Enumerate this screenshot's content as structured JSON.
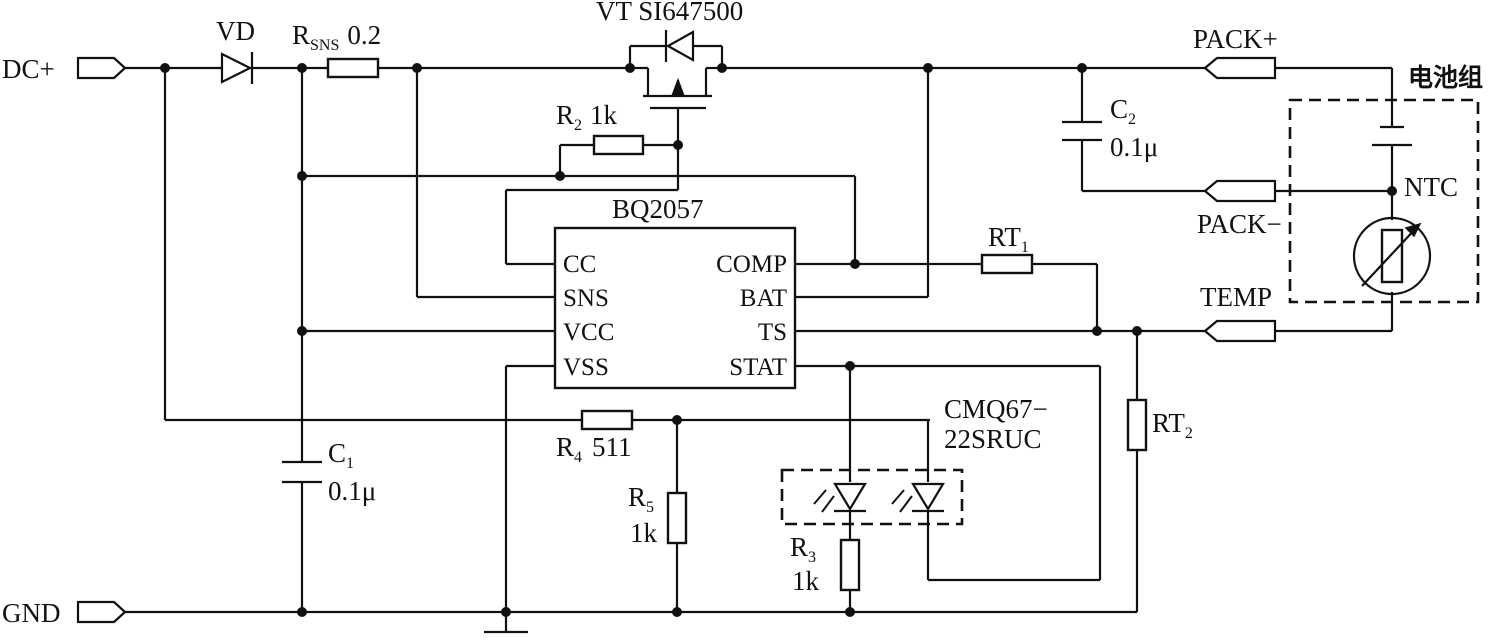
{
  "terminals": {
    "dc_plus": "DC+",
    "gnd": "GND",
    "pack_plus": "PACK+",
    "pack_minus": "PACK−",
    "temp": "TEMP"
  },
  "diode": {
    "label": "VD"
  },
  "mosfet": {
    "label": "VT SI647500"
  },
  "ic": {
    "name": "BQ2057",
    "pins_left": [
      "CC",
      "SNS",
      "VCC",
      "VSS"
    ],
    "pins_right": [
      "COMP",
      "BAT",
      "TS",
      "STAT"
    ]
  },
  "rsns": {
    "label": "R",
    "sub": "SNS",
    "value": "0.2"
  },
  "r2": {
    "label": "R",
    "sub": "2",
    "value": "1k"
  },
  "r4": {
    "label": "R",
    "sub": "4",
    "value": "511"
  },
  "r5": {
    "label": "R",
    "sub": "5",
    "value": "1k"
  },
  "r3": {
    "label": "R",
    "sub": "3",
    "value": "1k"
  },
  "rt1": {
    "label": "RT",
    "sub": "1"
  },
  "rt2": {
    "label": "RT",
    "sub": "2"
  },
  "c1": {
    "label": "C",
    "sub": "1",
    "value": "0.1μ"
  },
  "c2": {
    "label": "C",
    "sub": "2",
    "value": "0.1μ"
  },
  "led": {
    "line1": "CMQ67−",
    "line2": "22SRUC"
  },
  "battery": {
    "title": "电池组",
    "ntc": "NTC"
  }
}
